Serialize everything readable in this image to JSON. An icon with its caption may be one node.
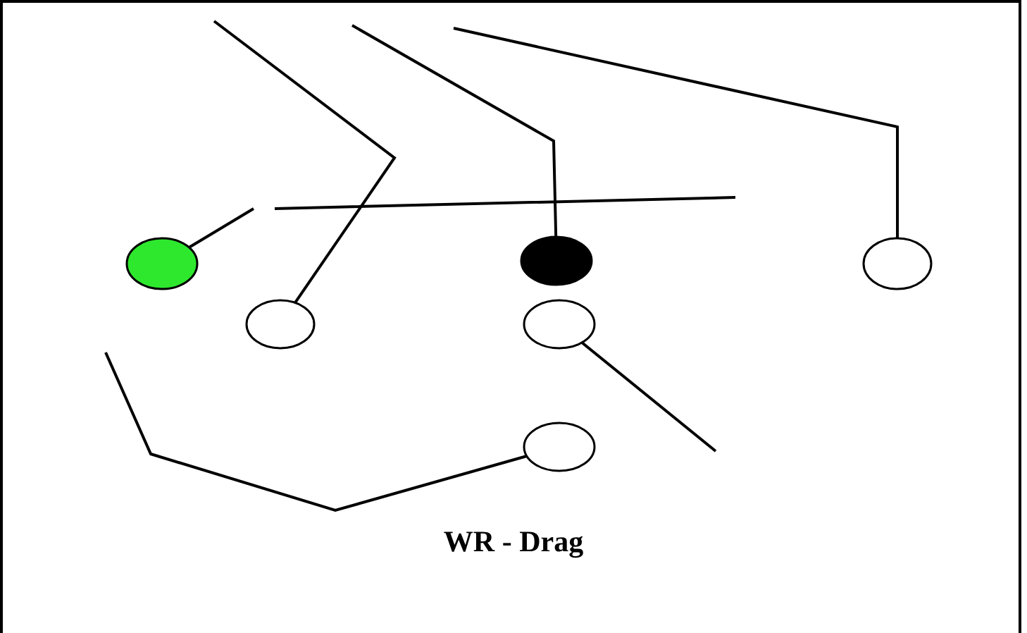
{
  "diagram": {
    "caption": "WR - Drag",
    "nodes": [
      {
        "text": [],
        "shape": "circle"
      },
      {
        "text": [],
        "shape": "circle"
      },
      {
        "text": [],
        "shape": "circle"
      },
      {
        "text": [],
        "shape": "circle"
      },
      {
        "text": [],
        "shape": "circle"
      },
      {
        "text": [],
        "shape": "circle"
      }
    ],
    "edges": [
      {
        "from": 0,
        "to": null,
        "arrow": "none"
      },
      {
        "from": 3,
        "to": null,
        "arrow": "none"
      },
      {
        "from": 1,
        "to": null,
        "arrow": "none"
      },
      {
        "from": 2,
        "to": null,
        "arrow": "none"
      },
      {
        "from": 4,
        "to": null,
        "arrow": "none"
      },
      {
        "from": 5,
        "to": null,
        "arrow": "none"
      }
    ]
  }
}
